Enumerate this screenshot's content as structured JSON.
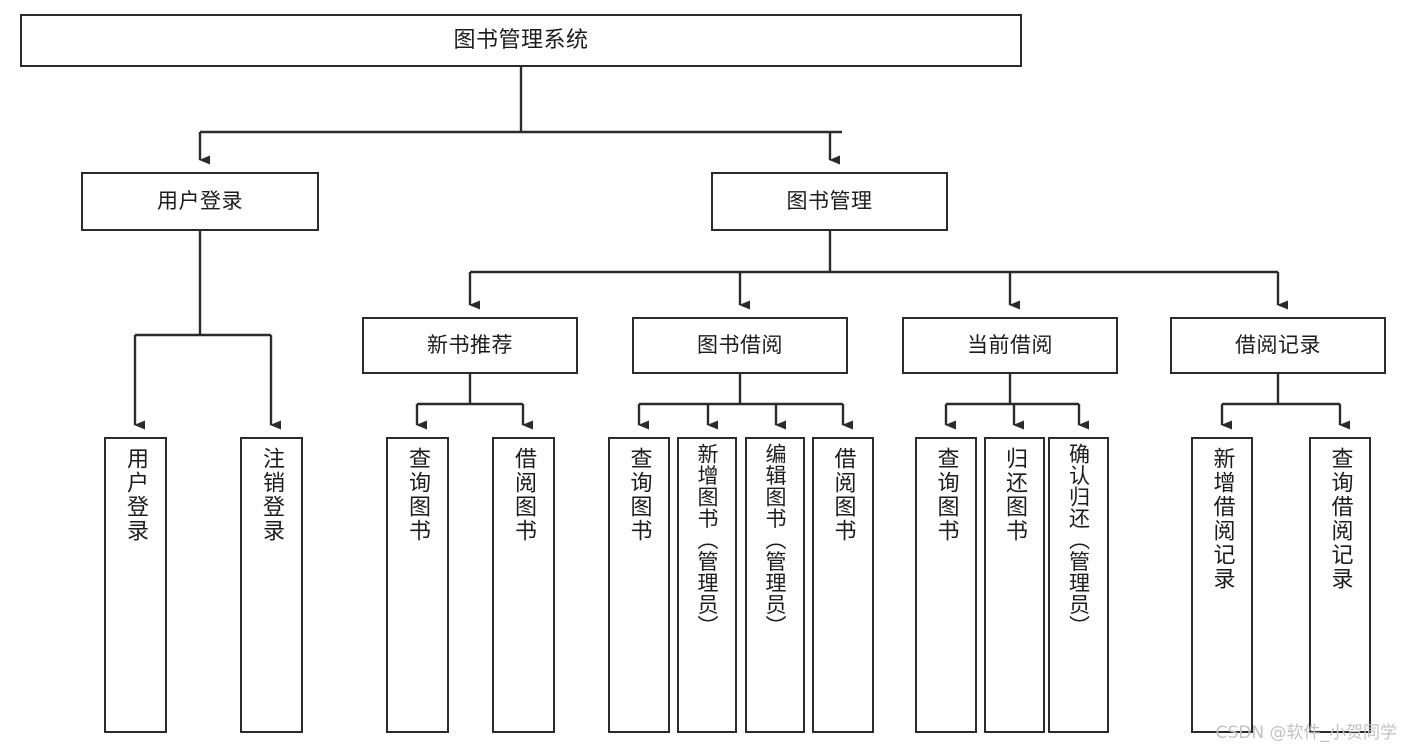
{
  "diagram": {
    "title": "图书管理系统",
    "type": "tree",
    "colors": {
      "node_border": "#2b2b2b",
      "node_fill": "#ffffff",
      "connector": "#2b2b2b",
      "text": "#1c1c1c",
      "watermark": "#c2c2c2",
      "background": "#ffffff"
    },
    "nodes": {
      "root": {
        "label": "图书管理系统"
      },
      "level2": [
        {
          "id": "user-login",
          "label": "用户登录"
        },
        {
          "id": "book-manage",
          "label": "图书管理"
        }
      ],
      "level3": [
        {
          "id": "new-book-recommend",
          "label": "新书推荐"
        },
        {
          "id": "book-borrow",
          "label": "图书借阅"
        },
        {
          "id": "current-borrow",
          "label": "当前借阅"
        },
        {
          "id": "borrow-record",
          "label": "借阅记录"
        }
      ],
      "leaves": [
        {
          "id": "leaf-user-login",
          "label": "用户登录",
          "parent": "user-login"
        },
        {
          "id": "leaf-logout-login",
          "label": "注销登录",
          "parent": "user-login"
        },
        {
          "id": "leaf-query-book-1",
          "label": "查询图书",
          "parent": "new-book-recommend"
        },
        {
          "id": "leaf-borrow-book-1",
          "label": "借阅图书",
          "parent": "new-book-recommend"
        },
        {
          "id": "leaf-query-book-2",
          "label": "查询图书",
          "parent": "book-borrow"
        },
        {
          "id": "leaf-add-book",
          "label": "新增图书（管理员）",
          "parent": "book-borrow"
        },
        {
          "id": "leaf-edit-book",
          "label": "编辑图书（管理员）",
          "parent": "book-borrow"
        },
        {
          "id": "leaf-borrow-book-2",
          "label": "借阅图书",
          "parent": "book-borrow"
        },
        {
          "id": "leaf-query-book-3",
          "label": "查询图书",
          "parent": "current-borrow"
        },
        {
          "id": "leaf-return-book",
          "label": "归还图书",
          "parent": "current-borrow"
        },
        {
          "id": "leaf-confirm-return",
          "label": "确认归还（管理员）",
          "parent": "current-borrow"
        },
        {
          "id": "leaf-add-record",
          "label": "新增借阅记录",
          "parent": "borrow-record"
        },
        {
          "id": "leaf-query-record",
          "label": "查询借阅记录",
          "parent": "borrow-record"
        }
      ]
    },
    "watermark": "CSDN @软件_小贺同学"
  }
}
